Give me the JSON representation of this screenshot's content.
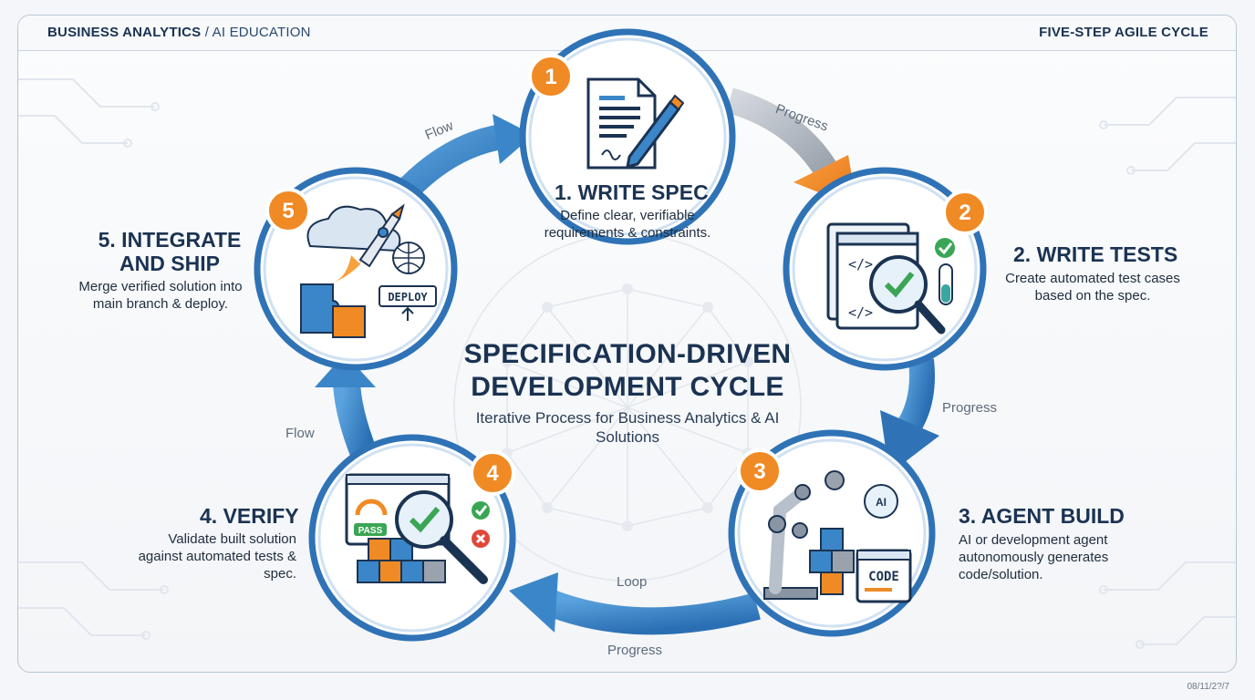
{
  "header": {
    "left_tag": "BUSINESS ANALYTICS",
    "left_tag_sub": "/ AI EDUCATION",
    "right_tag": "FIVE-STEP AGILE CYCLE"
  },
  "center": {
    "title": "SPECIFICATION-DRIVEN DEVELOPMENT CYCLE",
    "subtitle": "Iterative Process for Business Analytics & AI Solutions"
  },
  "steps": [
    {
      "number": "1",
      "title": "1. WRITE SPEC",
      "description": "Define clear, verifiable requirements & constraints.",
      "icon": "document-pen-icon"
    },
    {
      "number": "2",
      "title": "2. WRITE TESTS",
      "description": "Create automated test cases based on the spec.",
      "icon": "code-magnifier-check-icon"
    },
    {
      "number": "3",
      "title": "3. AGENT BUILD",
      "description": "AI or development agent autonomously generates code/solution.",
      "icon": "robot-arm-ai-icon"
    },
    {
      "number": "4",
      "title": "4. VERIFY",
      "description": "Validate built solution against automated tests & spec.",
      "icon": "dashboard-magnifier-check-icon"
    },
    {
      "number": "5",
      "title": "5. INTEGRATE AND SHIP",
      "description": "Merge verified solution into main branch & deploy.",
      "icon": "rocket-deploy-icon"
    }
  ],
  "icon_text": {
    "pass": "PASS",
    "code": "CODE",
    "ai": "AI",
    "deploy": "DEPLOY"
  },
  "arrows": [
    {
      "label": "Progress",
      "from": "1",
      "to": "2"
    },
    {
      "label": "Progress",
      "from": "2",
      "to": "3"
    },
    {
      "label": "Loop",
      "from": "3",
      "to": "4"
    },
    {
      "label": "Progress",
      "from": "3",
      "to": "4"
    },
    {
      "label": "Flow",
      "from": "4",
      "to": "5"
    },
    {
      "label": "Flow",
      "from": "5",
      "to": "1"
    }
  ],
  "footer": {
    "stamp": "08/11/2?/7"
  },
  "colors": {
    "navy": "#1b3352",
    "arrow_blue": "#3b86c8",
    "ring_blue": "#2f73b6",
    "accent_orange": "#f08a24",
    "check_green": "#3aa655",
    "background": "#f4f6f9"
  }
}
